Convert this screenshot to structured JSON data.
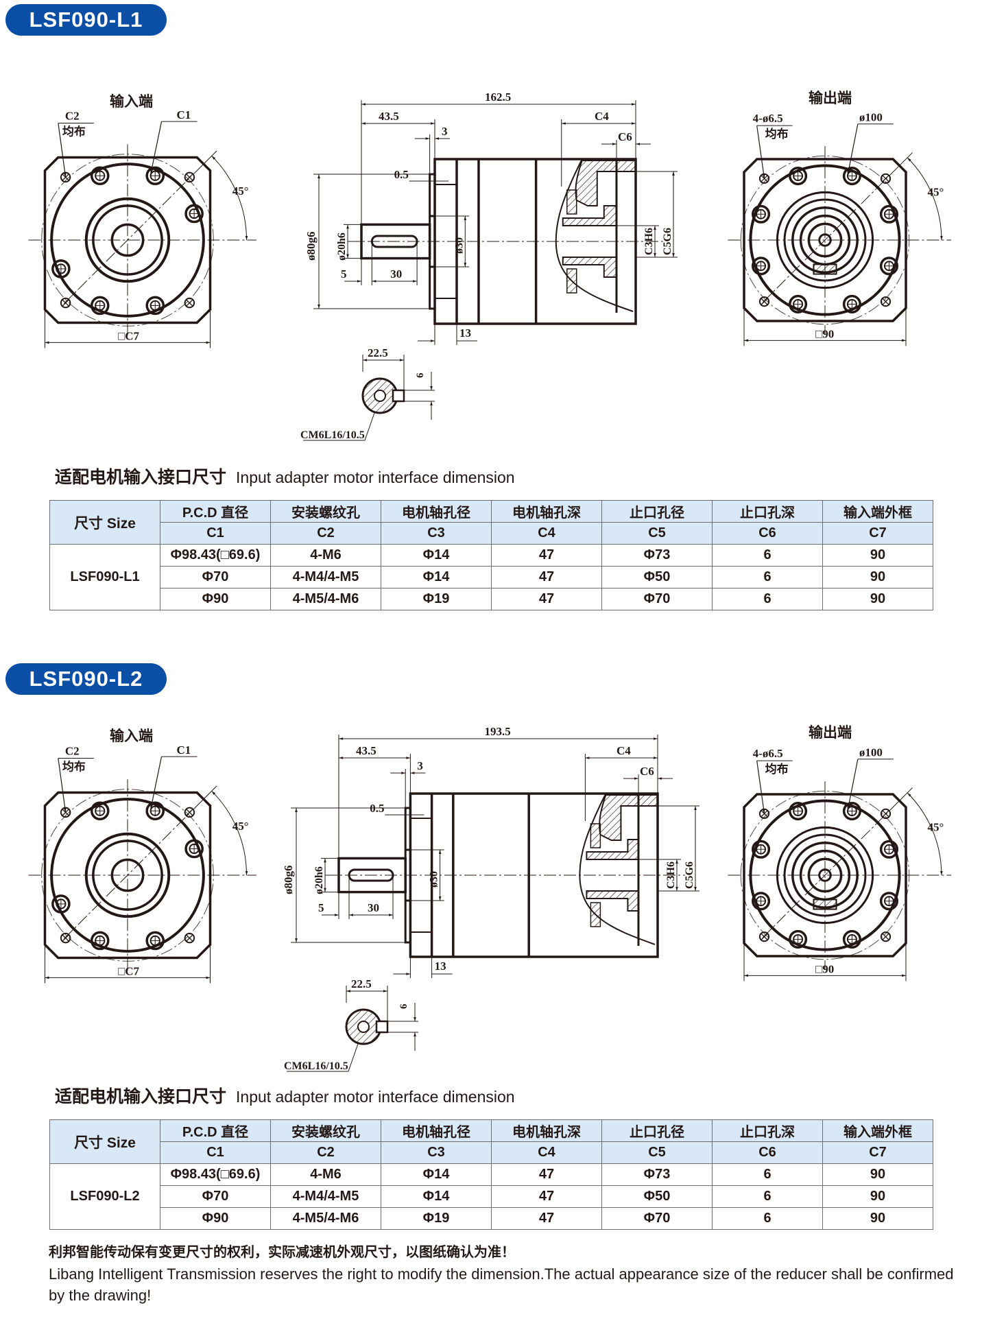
{
  "sections": [
    {
      "badge": "LSF090-L1",
      "input_view": {
        "title": "输入端",
        "c2_label": "C2",
        "c2_sub": "均布",
        "c1_label": "C1",
        "angle": "45°",
        "width_label": "□C7"
      },
      "side_view": {
        "overall": "162.5",
        "shaft_len": "43.5",
        "pilot_len": "3",
        "pilot_step": "0.5",
        "pilot_dia": "ø80g6",
        "shaft_dia": "ø20h6",
        "boss_dia": "ø30",
        "key_offset": "5",
        "key_len": "30",
        "flange_thk": "13",
        "c4": "C4",
        "c6": "C6",
        "c3": "C3H6",
        "c5": "C5G6",
        "sec_width": "22.5",
        "sec_key": "6",
        "thread": "CM6L16/10.5"
      },
      "output_view": {
        "title": "输出端",
        "holes_label": "4-ø6.5",
        "holes_sub": "均布",
        "pcd_label": "ø100",
        "angle": "45°",
        "width_label": "□90"
      },
      "table_title_cn": "适配电机输入接口尺寸",
      "table_title_en": "Input adapter motor interface dimension",
      "table": {
        "size_header": "尺寸 Size",
        "headers_cn": [
          "P.C.D 直径",
          "安装螺纹孔",
          "电机轴孔径",
          "电机轴孔深",
          "止口孔径",
          "止口孔深",
          "输入端外框"
        ],
        "headers_code": [
          "C1",
          "C2",
          "C3",
          "C4",
          "C5",
          "C6",
          "C7"
        ],
        "model": "LSF090-L1",
        "rows": [
          [
            "Φ98.43(□69.6)",
            "4-M6",
            "Φ14",
            "47",
            "Φ73",
            "6",
            "90"
          ],
          [
            "Φ70",
            "4-M4/4-M5",
            "Φ14",
            "47",
            "Φ50",
            "6",
            "90"
          ],
          [
            "Φ90",
            "4-M5/4-M6",
            "Φ19",
            "47",
            "Φ70",
            "6",
            "90"
          ]
        ]
      }
    },
    {
      "badge": "LSF090-L2",
      "input_view": {
        "title": "输入端",
        "c2_label": "C2",
        "c2_sub": "均布",
        "c1_label": "C1",
        "angle": "45°",
        "width_label": "□C7"
      },
      "side_view": {
        "overall": "193.5",
        "shaft_len": "43.5",
        "pilot_len": "3",
        "pilot_step": "0.5",
        "pilot_dia": "ø80g6",
        "shaft_dia": "ø20h6",
        "boss_dia": "ø30",
        "key_offset": "5",
        "key_len": "30",
        "flange_thk": "13",
        "c4": "C4",
        "c6": "C6",
        "c3": "C3H6",
        "c5": "C5G6",
        "sec_width": "22.5",
        "sec_key": "6",
        "thread": "CM6L16/10.5"
      },
      "output_view": {
        "title": "输出端",
        "holes_label": "4-ø6.5",
        "holes_sub": "均布",
        "pcd_label": "ø100",
        "angle": "45°",
        "width_label": "□90"
      },
      "table_title_cn": "适配电机输入接口尺寸",
      "table_title_en": "Input adapter motor interface dimension",
      "table": {
        "size_header": "尺寸 Size",
        "headers_cn": [
          "P.C.D 直径",
          "安装螺纹孔",
          "电机轴孔径",
          "电机轴孔深",
          "止口孔径",
          "止口孔深",
          "输入端外框"
        ],
        "headers_code": [
          "C1",
          "C2",
          "C3",
          "C4",
          "C5",
          "C6",
          "C7"
        ],
        "model": "LSF090-L2",
        "rows": [
          [
            "Φ98.43(□69.6)",
            "4-M6",
            "Φ14",
            "47",
            "Φ73",
            "6",
            "90"
          ],
          [
            "Φ70",
            "4-M4/4-M5",
            "Φ14",
            "47",
            "Φ50",
            "6",
            "90"
          ],
          [
            "Φ90",
            "4-M5/4-M6",
            "Φ19",
            "47",
            "Φ70",
            "6",
            "90"
          ]
        ]
      }
    }
  ],
  "footer": {
    "cn": "利邦智能传动保有变更尺寸的权利，实际减速机外观尺寸，以图纸确认为准！",
    "en": "Libang Intelligent Transmission reserves the right to modify the dimension.The actual appearance size of the reducer shall be confirmed by the drawing!"
  },
  "colors": {
    "badge": "#0a4ea5",
    "table_header": "#d9e8f7",
    "ink": "#231815"
  }
}
